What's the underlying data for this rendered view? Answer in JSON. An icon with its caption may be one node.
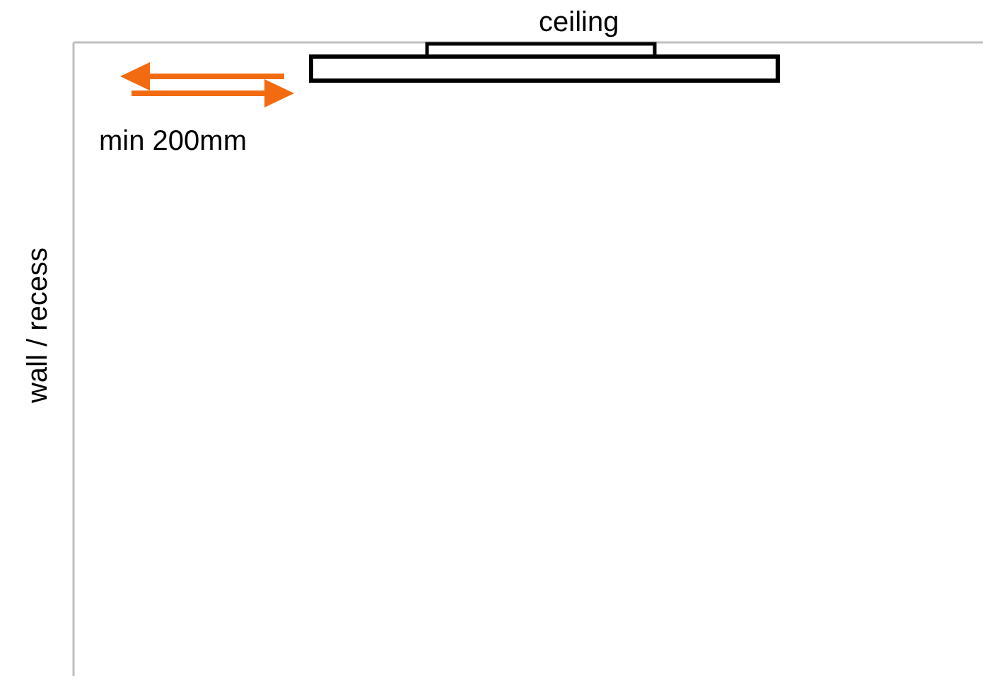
{
  "diagram": {
    "labels": [
      "ceiling",
      "min 200mm",
      "wall / recess"
    ]
  }
}
